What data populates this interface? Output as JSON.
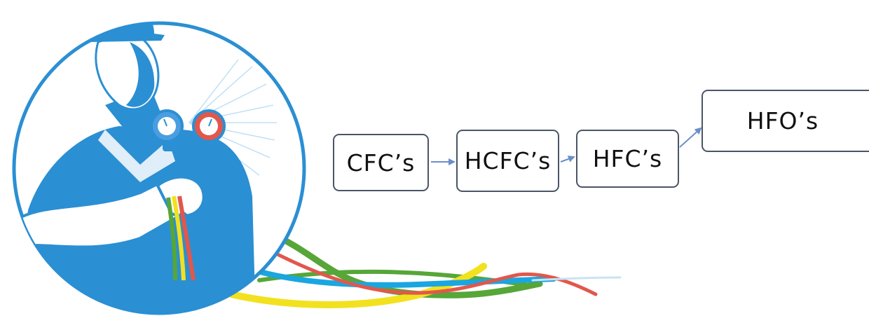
{
  "diagram": {
    "steps": [
      {
        "label": "CFC’s"
      },
      {
        "label": "HCFC’s"
      },
      {
        "label": "HFC’s"
      },
      {
        "label": "HFO’s"
      }
    ]
  },
  "colors": {
    "box_border": "#4a5566",
    "arrow": "#6a8fc8",
    "technician_blue": "#2b8fd3",
    "gauge_blue": "#4a9ee0",
    "gauge_red": "#e2574c",
    "hose_green": "#56a638",
    "hose_yellow": "#f2e11e",
    "hose_red": "#e2574c",
    "hose_cyan": "#1aa6e0"
  },
  "icons": [
    "hvac-technician-illustration",
    "manifold-gauge-icon"
  ]
}
